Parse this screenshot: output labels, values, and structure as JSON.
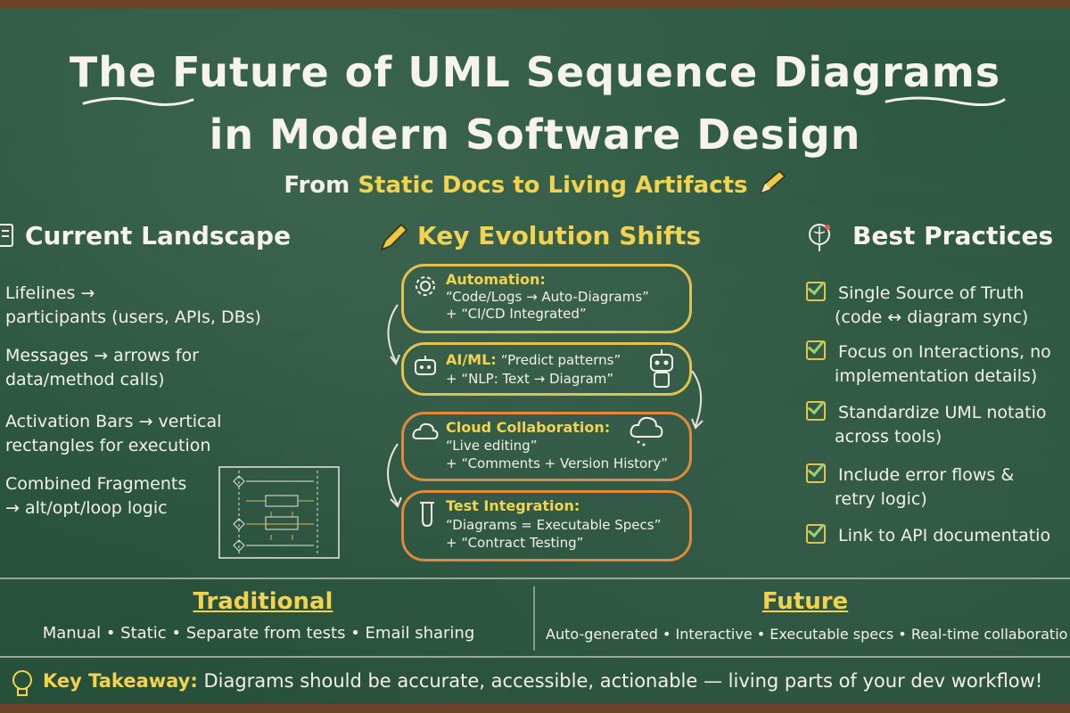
{
  "title_line1": "The Future of UML Sequence Diagrams",
  "title_line2": "in Modern Software Design",
  "subtitle_prefix": "From",
  "subtitle_highlight": "Static Docs to Living Artifacts",
  "left": {
    "title": "Current Landscape",
    "items": [
      {
        "line1": "Lifelines →",
        "line2": "participants (users, APIs, DBs)"
      },
      {
        "line1": "Messages → arrows for",
        "line2": "data/method calls)"
      },
      {
        "line1": "Activation Bars → vertical",
        "line2": "rectangles for execution"
      },
      {
        "line1": "Combined Fragments",
        "line2": "→ alt/opt/loop logic"
      }
    ]
  },
  "center": {
    "title": "Key Evolution Shifts",
    "boxes": [
      {
        "title": "Automation:",
        "title_rest": "",
        "line1": "“Code/Logs → Auto-Diagrams”",
        "line2": "+ “CI/CD Integrated”"
      },
      {
        "title": "AI/ML:",
        "title_rest": "“Predict patterns”",
        "line1": "+ “NLP: Text → Diagram”",
        "line2": ""
      },
      {
        "title": "Cloud Collaboration:",
        "title_rest": "",
        "line1": "“Live editing”",
        "line2": "+ “Comments + Version History”"
      },
      {
        "title": "Test Integration:",
        "title_rest": "",
        "line1": "“Diagrams = Executable Specs”",
        "line2": "+ “Contract Testing”"
      }
    ]
  },
  "right": {
    "title": "Best Practices",
    "items": [
      {
        "line1": "Single Source of Truth",
        "line2": "(code ↔ diagram sync)"
      },
      {
        "line1": "Focus on Interactions, no",
        "line2": "implementation details)"
      },
      {
        "line1": "Standardize UML notatio",
        "line2": "across tools)"
      },
      {
        "line1": "Include error flows &",
        "line2": "retry logic)"
      },
      {
        "line1": "Link to API documentatio",
        "line2": ""
      }
    ]
  },
  "comparison": {
    "traditional_title": "Traditional",
    "traditional_text": "Manual • Static • Separate from tests • Email sharing",
    "future_title": "Future",
    "future_text": "Auto-generated • Interactive • Executable specs • Real-time collaboratio"
  },
  "takeaway": {
    "label": "Key Takeaway:",
    "text": "Diagrams should be accurate, accessible, actionable — living parts of your dev workflow!"
  },
  "icons": [
    "document-icon",
    "pencil-icon",
    "gear-icon",
    "robot-icon",
    "cloud-icon",
    "test-tube-icon",
    "lightbulb-icon",
    "brain-icon",
    "checkbox-icon"
  ]
}
